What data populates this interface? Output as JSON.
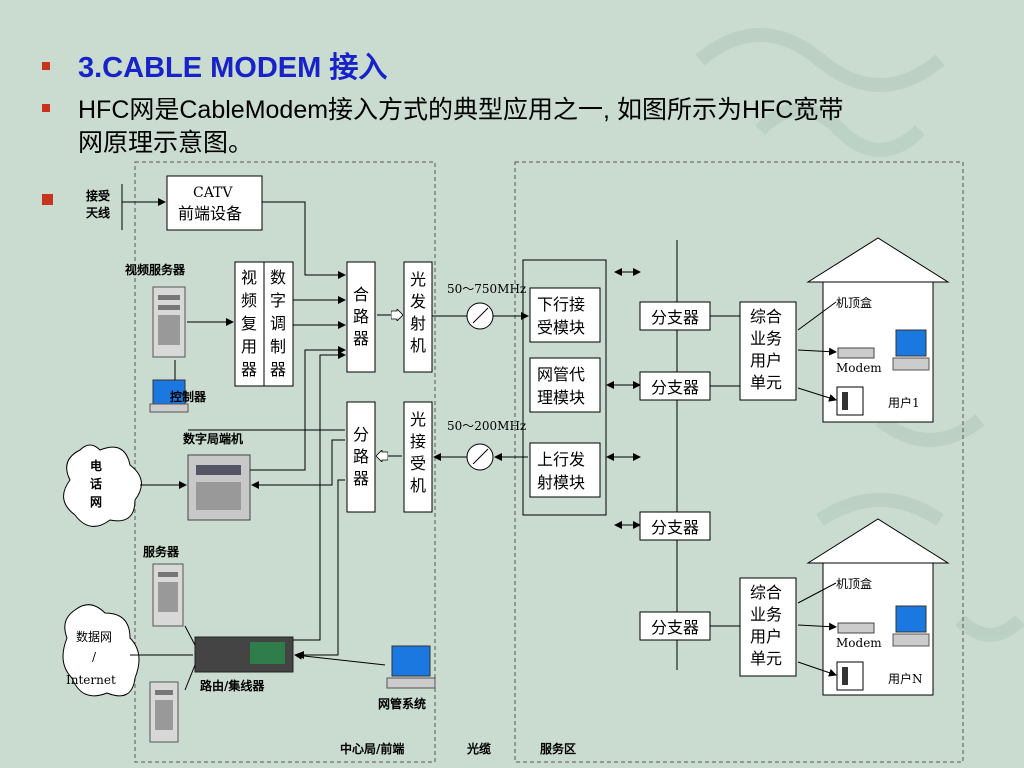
{
  "title": "3.CABLE MODEM 接入",
  "body_line1": "HFC网是CableModem接入方式的典型应用之一, 如图所示为HFC宽带",
  "body_line2": "网原理示意图。",
  "diagram": {
    "antenna": [
      "接受",
      "天线"
    ],
    "catv": [
      "CATV",
      "前端设备"
    ],
    "video_server": "视频服务器",
    "video_mux": [
      "视",
      "频",
      "复",
      "用",
      "器"
    ],
    "digital_mod": [
      "数",
      "字",
      "调",
      "制",
      "器"
    ],
    "controller": "控制器",
    "digital_switch": "数字局端机",
    "phone_net": [
      "电",
      "话",
      "网"
    ],
    "server": "服务器",
    "data_net": [
      "数据网",
      "/",
      "Internet"
    ],
    "router": "路由/集线器",
    "nms": "网管系统",
    "combiner": [
      "合",
      "路",
      "器"
    ],
    "splitter": [
      "分",
      "路",
      "器"
    ],
    "opt_tx": [
      "光",
      "发",
      "射",
      "机"
    ],
    "opt_rx": [
      "光",
      "接",
      "受",
      "机"
    ],
    "freq_down": "50～750MHz",
    "freq_up": "50～200MHz",
    "down_rx": [
      "下行接",
      "受模块"
    ],
    "nms_agent": [
      "网管代",
      "理模块"
    ],
    "up_tx": [
      "上行发",
      "射模块"
    ],
    "tap": "分支器",
    "multi_unit": [
      "综合",
      "业务",
      "用户",
      "单元"
    ],
    "stb": "机顶盒",
    "modem": "Modem",
    "user1": "用户1",
    "userN": "用户N",
    "zone_center": "中心局/前端",
    "zone_fiber": "光缆",
    "zone_service": "服务区"
  }
}
